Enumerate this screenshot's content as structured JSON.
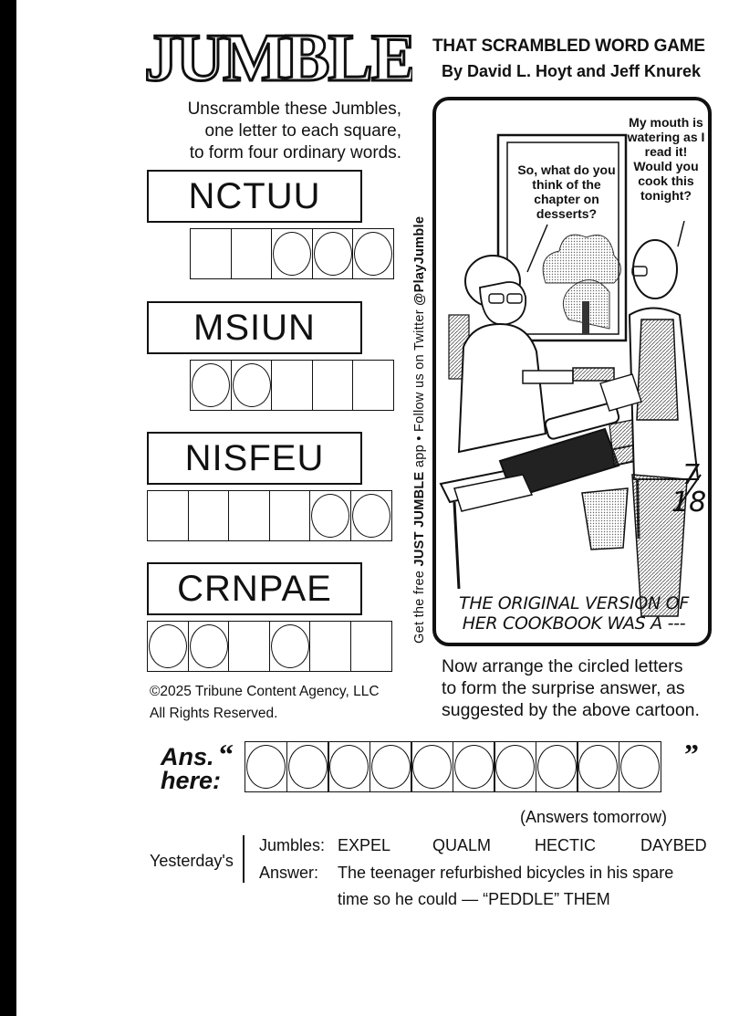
{
  "logo": {
    "text": "JUMBLE"
  },
  "header": {
    "tagline": "THAT SCRAMBLED WORD GAME",
    "byline": "By David L. Hoyt and Jeff Knurek"
  },
  "instructions": [
    "Unscramble these Jumbles,",
    "one letter to each square,",
    "to form four ordinary words."
  ],
  "jumbles": [
    {
      "letters": "NCTUU",
      "cells": [
        false,
        false,
        true,
        true,
        true
      ]
    },
    {
      "letters": "MSIUN",
      "cells": [
        true,
        true,
        false,
        false,
        false
      ]
    },
    {
      "letters": "NISFEU",
      "cells": [
        false,
        false,
        false,
        false,
        true,
        true
      ]
    },
    {
      "letters": "CRNPAE",
      "cells": [
        true,
        true,
        false,
        true,
        false,
        false
      ]
    }
  ],
  "promo": {
    "prefix": "Get the free ",
    "app_name": "JUST JUMBLE",
    "middle": " app • Follow us on Twitter ",
    "handle": "@PlayJumble"
  },
  "cartoon": {
    "bubble_left": "So, what do you think of the chapter on desserts?",
    "bubble_right": "My mouth is watering as I read it! Would you cook this tonight?",
    "caption_line1": "THE ORIGINAL VERSION OF",
    "caption_line2": "HER COOKBOOK WAS A ---",
    "date_top": "7",
    "date_bottom": "18"
  },
  "arrange": [
    "Now arrange the circled letters",
    "to form the surprise answer, as",
    "suggested by the above cartoon."
  ],
  "copyright": [
    "©2025 Tribune Content Agency, LLC",
    "All Rights Reserved."
  ],
  "answer": {
    "label_line1": "Ans.",
    "label_line2": "here:",
    "open_quote": "“",
    "close_quote": "”",
    "cell_count": 10
  },
  "tomorrow": "(Answers tomorrow)",
  "yesterday": {
    "label": "Yesterday's",
    "jumbles_label": "Jumbles:",
    "words": [
      "EXPEL",
      "QUALM",
      "HECTIC",
      "DAYBED"
    ],
    "answer_label": "Answer:",
    "answer_line1": "The teenager refurbished bicycles in his spare",
    "answer_line2": "time so he could — “PEDDLE” THEM"
  }
}
